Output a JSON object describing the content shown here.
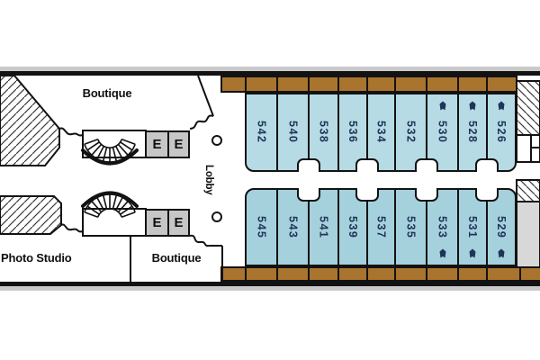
{
  "plan": {
    "labels": {
      "boutique_top": "Boutique",
      "photo_studio": "Photo Studio",
      "boutique_bottom": "Boutique",
      "lobby": "Lobby",
      "elevator": "E"
    },
    "cabins": {
      "top_row": [
        {
          "number": "542",
          "berth_icon": false
        },
        {
          "number": "540",
          "berth_icon": false
        },
        {
          "number": "538",
          "berth_icon": false
        },
        {
          "number": "536",
          "berth_icon": false
        },
        {
          "number": "534",
          "berth_icon": false
        },
        {
          "number": "532",
          "berth_icon": false
        },
        {
          "number": "530",
          "berth_icon": true
        },
        {
          "number": "528",
          "berth_icon": true
        },
        {
          "number": "526",
          "berth_icon": true
        }
      ],
      "bottom_row": [
        {
          "number": "545",
          "berth_icon": false
        },
        {
          "number": "543",
          "berth_icon": false
        },
        {
          "number": "541",
          "berth_icon": false
        },
        {
          "number": "539",
          "berth_icon": false
        },
        {
          "number": "537",
          "berth_icon": false
        },
        {
          "number": "535",
          "berth_icon": false
        },
        {
          "number": "533",
          "berth_icon": true
        },
        {
          "number": "531",
          "berth_icon": true
        },
        {
          "number": "529",
          "berth_icon": true
        }
      ]
    },
    "colors": {
      "cabin-top": "#b6dbe4",
      "cabin-bottom": "#a5d1dc",
      "balcony": "#a9742e",
      "outline": "#121212",
      "hull-shadow": "#c9c9c9",
      "elevator": "#c6c6c6",
      "service-gray": "#d8d8d8",
      "cabin-number": "#203459"
    }
  }
}
